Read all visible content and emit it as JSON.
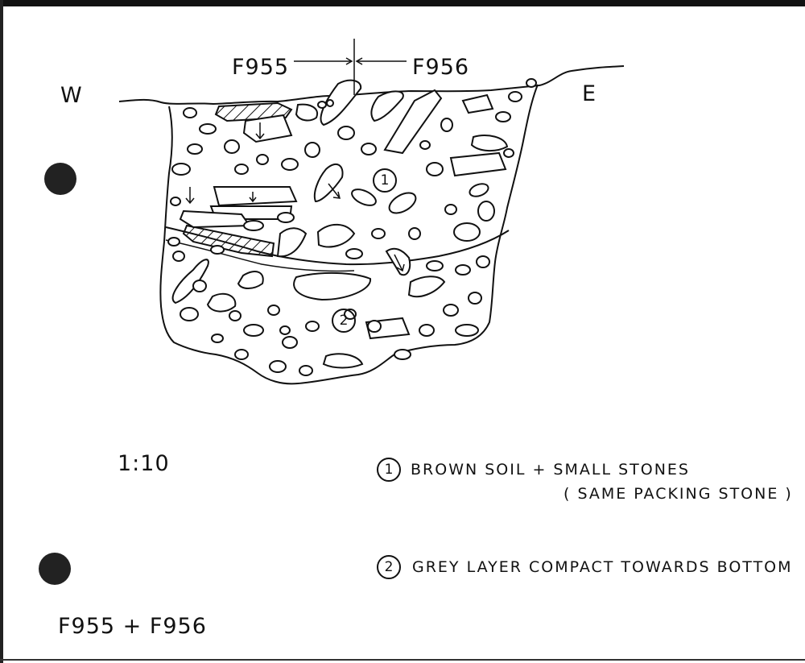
{
  "section": {
    "left_feature": "F955",
    "right_feature": "F956",
    "west": "W",
    "east": "E",
    "layer1_marker": "1",
    "layer2_marker": "2"
  },
  "scale": "1:10",
  "legend": [
    {
      "marker": "1",
      "text": "BROWN SOIL + SMALL STONES",
      "note": "( SAME PACKING STONE )"
    },
    {
      "marker": "2",
      "text": "GREY LAYER COMPACT TOWARDS BOTTOM"
    }
  ],
  "caption": "F955 + F956"
}
